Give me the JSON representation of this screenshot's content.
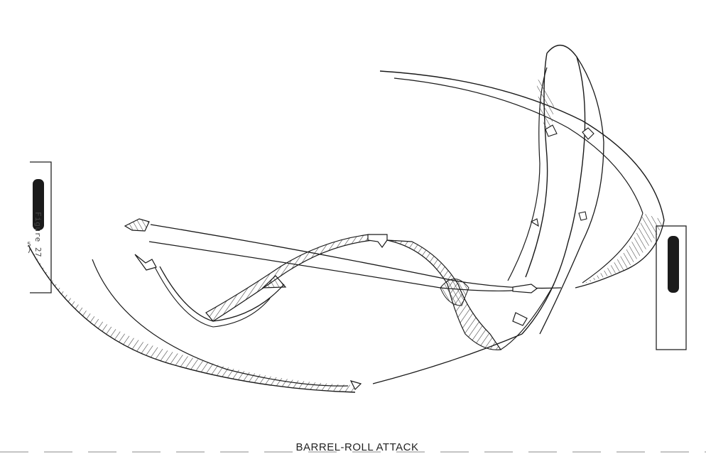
{
  "document": {
    "figure_label": "Figure 27",
    "caption": "BARREL-ROLL ATTACK",
    "margin_mark": "5"
  },
  "colors": {
    "ink": "#1a1a1a",
    "hatch": "#333333",
    "marker_fill": "#1b1b1b",
    "paper": "#ffffff"
  }
}
